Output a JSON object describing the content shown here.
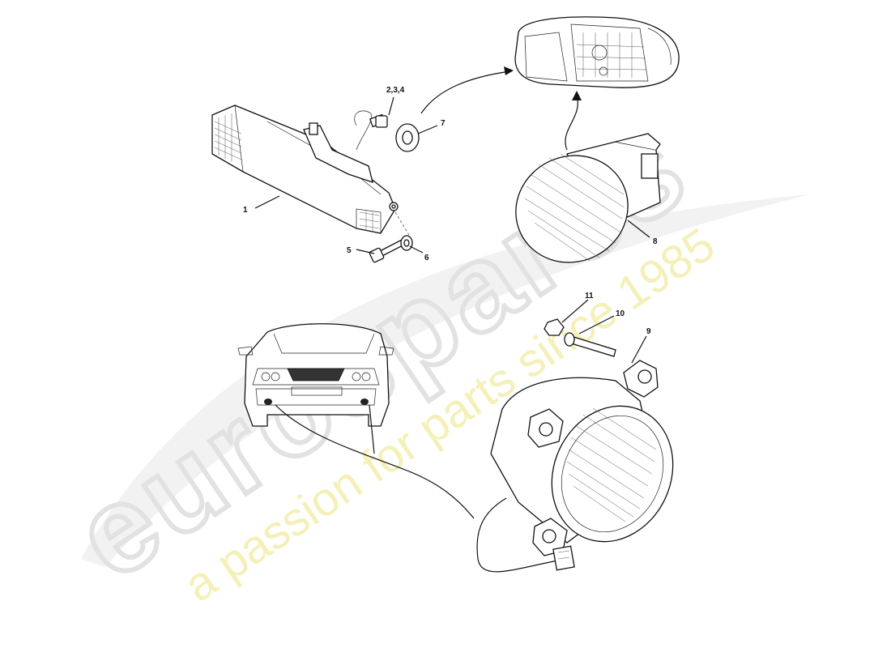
{
  "diagram": {
    "callouts": [
      {
        "id": "1",
        "text": "1"
      },
      {
        "id": "234",
        "text": "2,3,4"
      },
      {
        "id": "5",
        "text": "5"
      },
      {
        "id": "6",
        "text": "6"
      },
      {
        "id": "7",
        "text": "7"
      },
      {
        "id": "8",
        "text": "8"
      },
      {
        "id": "9",
        "text": "9"
      },
      {
        "id": "10",
        "text": "10"
      },
      {
        "id": "11",
        "text": "11"
      }
    ]
  },
  "watermark": {
    "brand": "eurospares",
    "tagline": "a passion for parts since 1985",
    "colors": {
      "logo": "#e6e6e6",
      "tagline": "#f2eeb0"
    }
  },
  "palette": {
    "ink": "#111111",
    "paper": "#ffffff"
  }
}
